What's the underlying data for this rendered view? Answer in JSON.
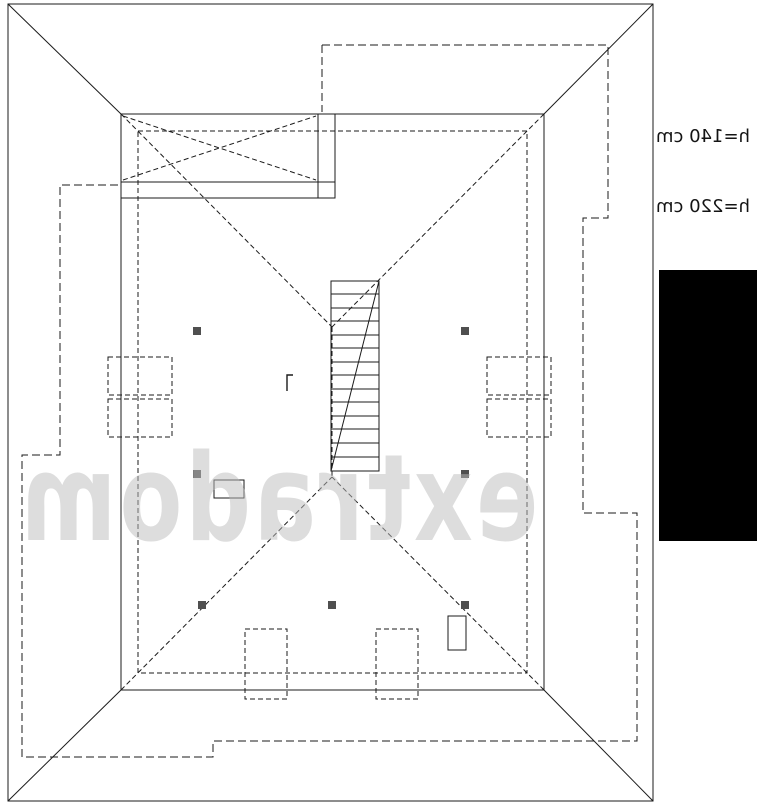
{
  "title": "attic-floor-plan",
  "labels": {
    "h140": "h=140 cm",
    "h220": "h=220 cm"
  },
  "watermark": {
    "text": "extradom"
  },
  "colors": {
    "page": "#ffffff",
    "roof": "#8f8f8f",
    "floor": "#d9d9d9",
    "void": "#f7f7f7",
    "dark_fill": "#5e5e5e",
    "post": "#4f4f4f",
    "stair": "#eeeeee",
    "window": "#d2d2d2",
    "watermark": "#bdbdbd",
    "black_block": "#000000"
  }
}
